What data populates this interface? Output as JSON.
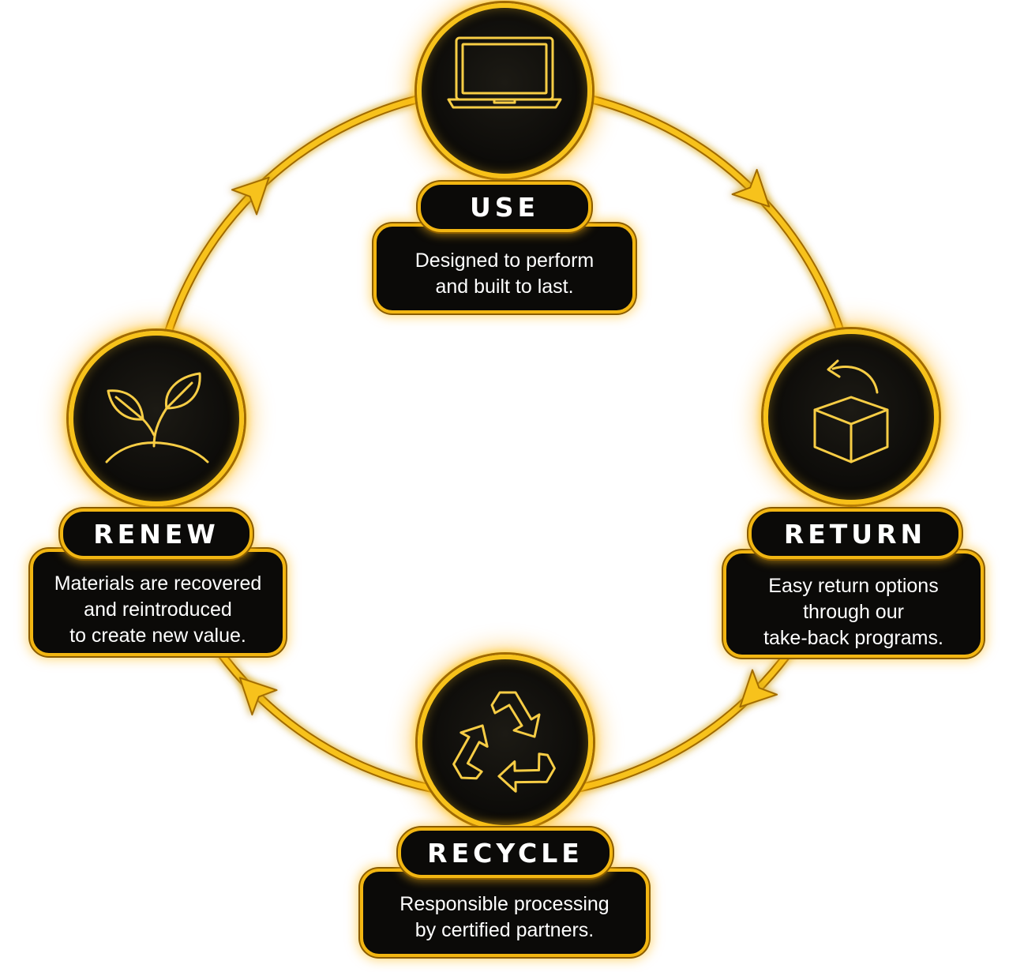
{
  "colors": {
    "accent": "#f7c21a",
    "accent_dark": "#a06a00",
    "node_fill": "#0b0a08",
    "text": "#ffffff",
    "background": "#ffffff"
  },
  "stages": [
    {
      "id": "use",
      "icon": "laptop-icon",
      "label": "USE",
      "description": [
        "Designed to perform",
        "and built to last."
      ]
    },
    {
      "id": "return",
      "icon": "box-return-icon",
      "label": "RETURN",
      "description": [
        "Easy return options",
        "through our",
        "take-back programs."
      ]
    },
    {
      "id": "recycle",
      "icon": "recycle-icon",
      "label": "RECYCLE",
      "description": [
        "Responsible processing",
        "by certified partners."
      ]
    },
    {
      "id": "renew",
      "icon": "sprout-icon",
      "label": "RENEW",
      "description": [
        "Materials are recovered",
        "and reintroduced",
        "to create new value."
      ]
    }
  ]
}
